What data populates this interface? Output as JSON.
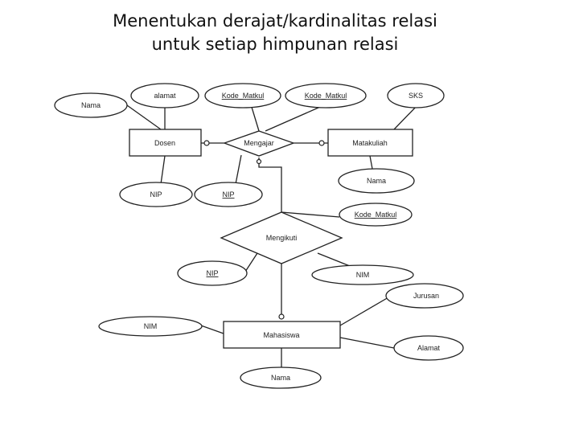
{
  "title": {
    "line1": "Menentukan derajat/kardinalitas relasi",
    "line2": "untuk setiap himpunan relasi"
  },
  "entities": {
    "dosen": "Dosen",
    "matakuliah": "Matakuliah",
    "mahasiswa": "Mahasiswa"
  },
  "relationships": {
    "mengajar": "Mengajar",
    "mengikuti": "Mengikuti"
  },
  "attributes": {
    "dosen_nama": "Nama",
    "dosen_alamat": "alamat",
    "mengajar_kode_matkul": "Kode_Matkul",
    "mk_kode_matkul": "Kode_Matkul",
    "mk_sks": "SKS",
    "dosen_nip": "NIP",
    "mengajar_nip": "NIP",
    "mk_nama": "Nama",
    "mengikuti_kode_matkul": "Kode_Matkul",
    "mengikuti_nip": "NIP",
    "mengikuti_nim": "NIM",
    "mhs_jurusan": "Jurusan",
    "mhs_nim": "NIM",
    "mhs_alamat": "Alamat",
    "mhs_nama": "Nama"
  }
}
